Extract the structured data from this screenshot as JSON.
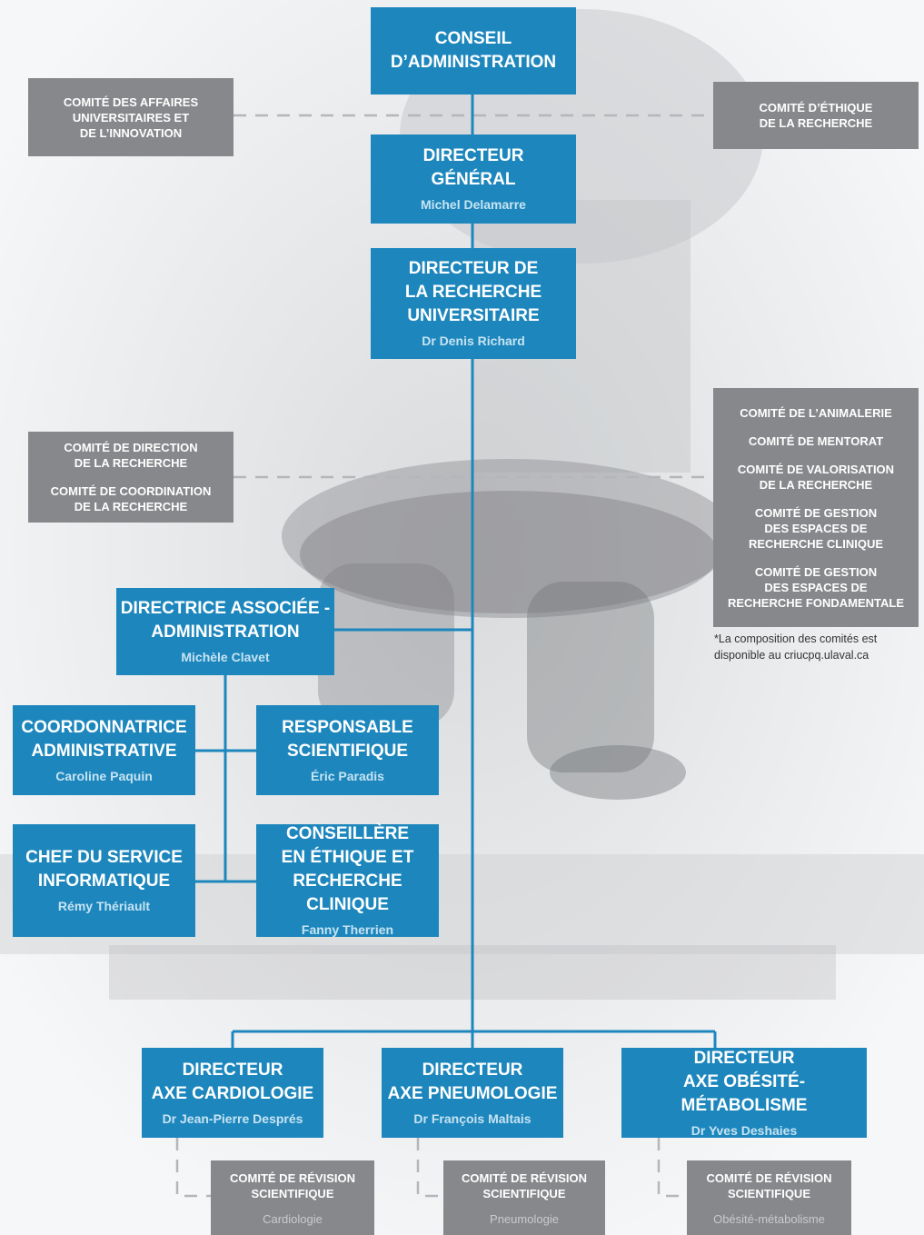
{
  "top": {
    "title": "CONSEIL\nD’ADMINISTRATION"
  },
  "committees_top": {
    "left": "COMITÉ DES AFFAIRES\nUNIVERSITAIRES ET\nDE L’INNOVATION",
    "right": "COMITÉ D’ÉTHIQUE\nDE LA RECHERCHE"
  },
  "dg": {
    "title": "DIRECTEUR\nGÉNÉRAL",
    "name": "Michel Delamarre"
  },
  "drech": {
    "title": "DIRECTEUR DE\nLA RECHERCHE\nUNIVERSITAIRE",
    "name": "Dr Denis Richard"
  },
  "committees_mid_left": [
    "COMITÉ DE DIRECTION\nDE LA RECHERCHE",
    "COMITÉ DE COORDINATION\nDE LA RECHERCHE"
  ],
  "committees_mid_right": [
    "COMITÉ DE L’ANIMALERIE",
    "COMITÉ DE MENTORAT",
    "COMITÉ DE VALORISATION\nDE LA RECHERCHE",
    "COMITÉ DE GESTION\nDES ESPACES DE\nRECHERCHE CLINIQUE",
    "COMITÉ DE GESTION\nDES ESPACES DE\nRECHERCHE FONDAMENTALE"
  ],
  "footnote": "*La composition des comités est\ndisponible au criucpq.ulaval.ca",
  "assoc": {
    "title": "DIRECTRICE ASSOCIÉE -\nADMINISTRATION",
    "name": "Michèle Clavet"
  },
  "coord": {
    "title": "COORDONNATRICE\nADMINISTRATIVE",
    "name": "Caroline Paquin"
  },
  "resp": {
    "title": "RESPONSABLE\nSCIENTIFIQUE",
    "name": "Éric Paradis"
  },
  "info": {
    "title": "CHEF DU SERVICE\nINFORMATIQUE",
    "name": "Rémy Thériault"
  },
  "ethique": {
    "title": "CONSEILLÈRE\nEN ÉTHIQUE ET\nRECHERCHE CLINIQUE",
    "name": "Fanny Therrien"
  },
  "axes": [
    {
      "title": "DIRECTEUR\nAXE CARDIOLOGIE",
      "name": "Dr Jean-Pierre Després",
      "committee": "COMITÉ DE RÉVISION\nSCIENTIFIQUE",
      "committee_sub": "Cardiologie"
    },
    {
      "title": "DIRECTEUR\nAXE PNEUMOLOGIE",
      "name": "Dr François Maltais",
      "committee": "COMITÉ DE RÉVISION\nSCIENTIFIQUE",
      "committee_sub": "Pneumologie"
    },
    {
      "title": "DIRECTEUR\nAXE OBÉSITÉ-MÉTABOLISME",
      "name": "Dr Yves Deshaies",
      "committee": "COMITÉ DE RÉVISION\nSCIENTIFIQUE",
      "committee_sub": "Obésité-métabolisme"
    }
  ],
  "colors": {
    "blue_box": "#1d87bd",
    "gray_box": "#86888b",
    "connector": "#1d87bd",
    "dashed": "#b4b6b9"
  }
}
